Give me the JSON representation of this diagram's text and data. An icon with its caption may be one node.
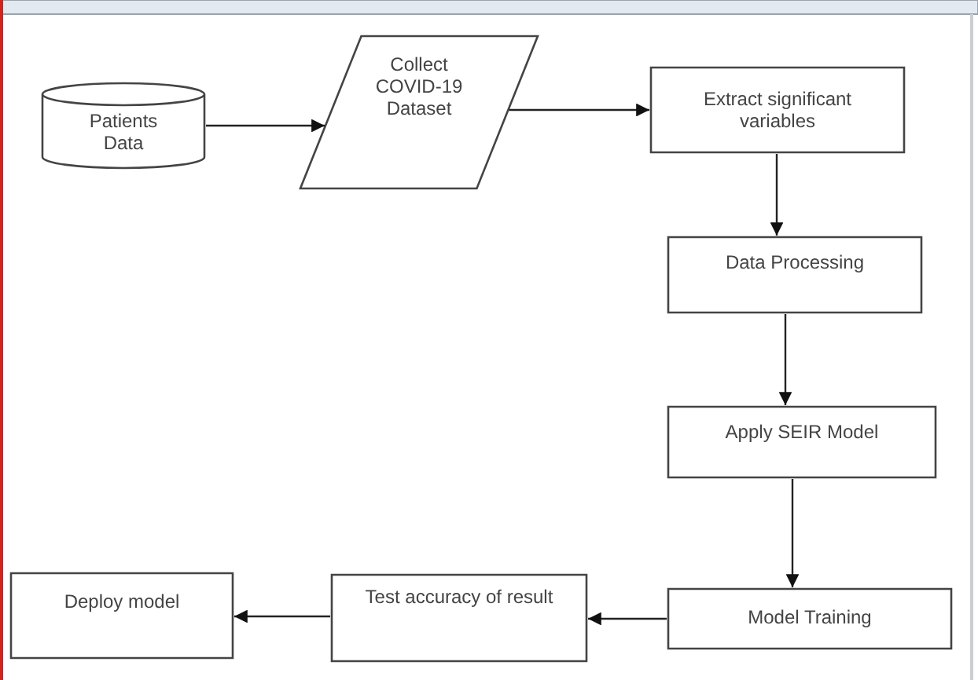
{
  "diagram": {
    "nodes": [
      {
        "text": [
          "Patients Data"
        ]
      },
      {
        "text": [
          "Collect COVID-19 Dataset"
        ]
      },
      {
        "text": [
          "Extract significant variables"
        ]
      },
      {
        "text": [
          "Data Processing"
        ]
      },
      {
        "text": [
          "Apply SEIR Model"
        ]
      },
      {
        "text": [
          "Model Training"
        ]
      },
      {
        "text": [
          "Test accuracy of result"
        ]
      },
      {
        "text": [
          "Deploy model"
        ]
      }
    ],
    "edges": [
      {
        "from": 0,
        "to": 1,
        "arrow": "to"
      },
      {
        "from": 1,
        "to": 2,
        "arrow": "to"
      },
      {
        "from": 2,
        "to": 3,
        "arrow": "to"
      },
      {
        "from": 3,
        "to": 4,
        "arrow": "to"
      },
      {
        "from": 4,
        "to": 5,
        "arrow": "to"
      },
      {
        "from": 5,
        "to": 6,
        "arrow": "to"
      },
      {
        "from": 6,
        "to": 7,
        "arrow": "to"
      }
    ]
  }
}
